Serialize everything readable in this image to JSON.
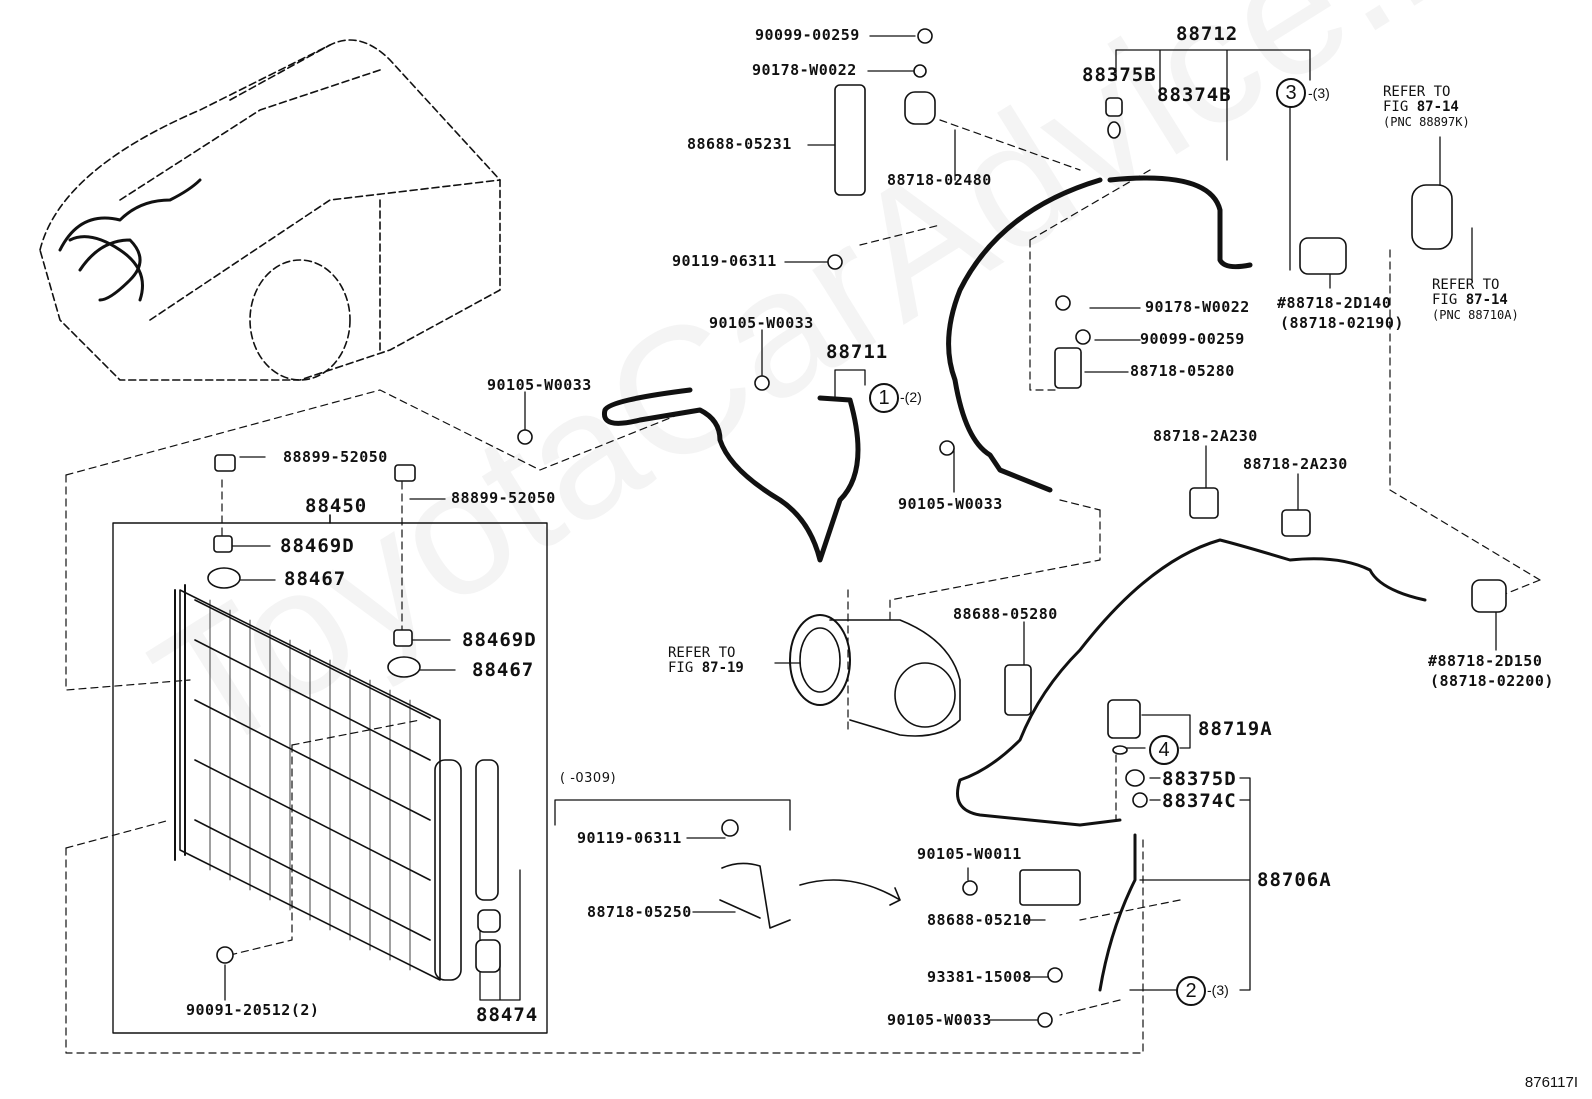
{
  "watermark": "ToyotaCarAdvice.ru",
  "figure_id": "876117I",
  "range_note": "(        -0309)",
  "refs": {
    "fig_87_14_a": {
      "line1": "REFER TO",
      "line2_prefix": "FIG ",
      "line2_bold": "87-14",
      "line3": "(PNC 88897K)"
    },
    "fig_87_14_b": {
      "line1": "REFER TO",
      "line2_prefix": "FIG ",
      "line2_bold": "87-14",
      "line3": "(PNC 88710A)"
    },
    "fig_87_19": {
      "line1": "REFER TO",
      "line2_prefix": "FIG ",
      "line2_bold": "87-19"
    }
  },
  "circles": [
    {
      "num": "1",
      "qty": "-(2)"
    },
    {
      "num": "2",
      "qty": "-(3)"
    },
    {
      "num": "3",
      "qty": "-(3)"
    },
    {
      "num": "4",
      "qty": ""
    }
  ],
  "parts": {
    "p90099_00259_top": "90099-00259",
    "p90178_w0022_top": "90178-W0022",
    "p88688_05231": "88688-05231",
    "p88718_02480": "88718-02480",
    "p90119_06311_top": "90119-06311",
    "p88712": "88712",
    "p88375b": "88375B",
    "p88374b": "88374B",
    "p90178_w0022_mid": "90178-W0022",
    "p90099_00259_mid": "90099-00259",
    "p88718_05280": "88718-05280",
    "p88718_2d140": "#88718-2D140",
    "p88718_02190": "(88718-02190)",
    "p90105_w0033_a": "90105-W0033",
    "p90105_w0033_b": "90105-W0033",
    "p88711": "88711",
    "p90105_w0033_c": "90105-W0033",
    "p88718_2a230_a": "88718-2A230",
    "p88718_2a230_b": "88718-2A230",
    "p88899_52050_a": "88899-52050",
    "p88899_52050_b": "88899-52050",
    "p88450": "88450",
    "p88469d_a": "88469D",
    "p88467_a": "88467",
    "p88469d_b": "88469D",
    "p88467_b": "88467",
    "p88688_05280": "88688-05280",
    "p88718_2d150": "#88718-2D150",
    "p88718_02200": "(88718-02200)",
    "p88719a": "88719A",
    "p88375d": "88375D",
    "p88374c": "88374C",
    "p88706a": "88706A",
    "p90119_06311_bot": "90119-06311",
    "p88718_05250": "88718-05250",
    "p90105_w0011": "90105-W0011",
    "p88688_05210": "88688-05210",
    "p93381_15008": "93381-15008",
    "p90105_w0033_d": "90105-W0033",
    "p90091_20512": "90091-20512(2)",
    "p88474": "88474"
  }
}
